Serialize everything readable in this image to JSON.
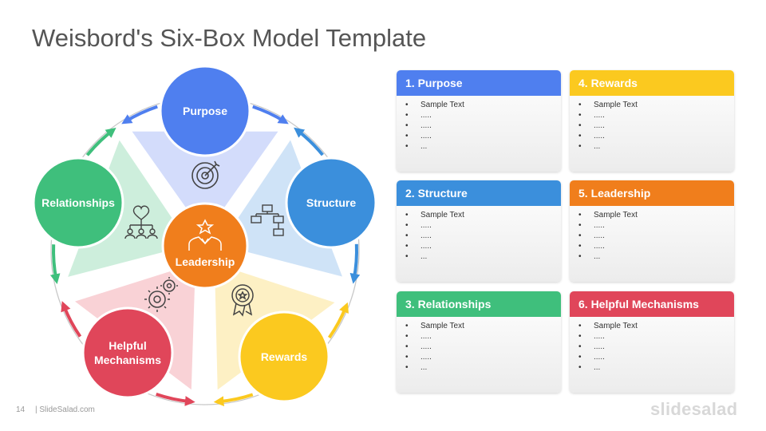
{
  "title": "Weisbord's Six-Box Model Template",
  "diagram": {
    "center_label": "Leadership",
    "nodes": [
      {
        "label": "Purpose",
        "color": "#4f7fef"
      },
      {
        "label": "Structure",
        "color": "#3b8fdc"
      },
      {
        "label": "Rewards",
        "color": "#fbc91f"
      },
      {
        "label": "Helpful",
        "label2": "Mechanisms",
        "color": "#e0465a"
      },
      {
        "label": "Relationships",
        "color": "#3fbf7c"
      }
    ],
    "center_color": "#f07e1c",
    "wedge_colors": [
      "#d3dcfb",
      "#cfe3f7",
      "#fdf0c4",
      "#f9d2d6",
      "#cdeedc"
    ],
    "icons": [
      "target-icon",
      "flowchart-icon",
      "award-badge-icon",
      "gears-icon",
      "team-network-icon",
      "leader-star-icon"
    ]
  },
  "cards": [
    {
      "title": "1. Purpose",
      "color": "#4f7fef",
      "items": [
        "Sample Text",
        ".....",
        ".....",
        ".....",
        "..."
      ]
    },
    {
      "title": "4. Rewards",
      "color": "#fbc91f",
      "items": [
        "Sample Text",
        ".....",
        ".....",
        ".....",
        "..."
      ]
    },
    {
      "title": "2. Structure",
      "color": "#3b8fdc",
      "items": [
        "Sample Text",
        ".....",
        ".....",
        ".....",
        "..."
      ]
    },
    {
      "title": "5. Leadership",
      "color": "#f07e1c",
      "items": [
        "Sample Text",
        ".....",
        ".....",
        ".....",
        "..."
      ]
    },
    {
      "title": "3. Relationships",
      "color": "#3fbf7c",
      "items": [
        "Sample Text",
        ".....",
        ".....",
        ".....",
        "..."
      ]
    },
    {
      "title": "6. Helpful Mechanisms",
      "color": "#e0465a",
      "items": [
        "Sample Text",
        ".....",
        ".....",
        ".....",
        "..."
      ]
    }
  ],
  "footer": {
    "page_number": "14",
    "site": "| SlideSalad.com",
    "brand": "slidesalad"
  }
}
